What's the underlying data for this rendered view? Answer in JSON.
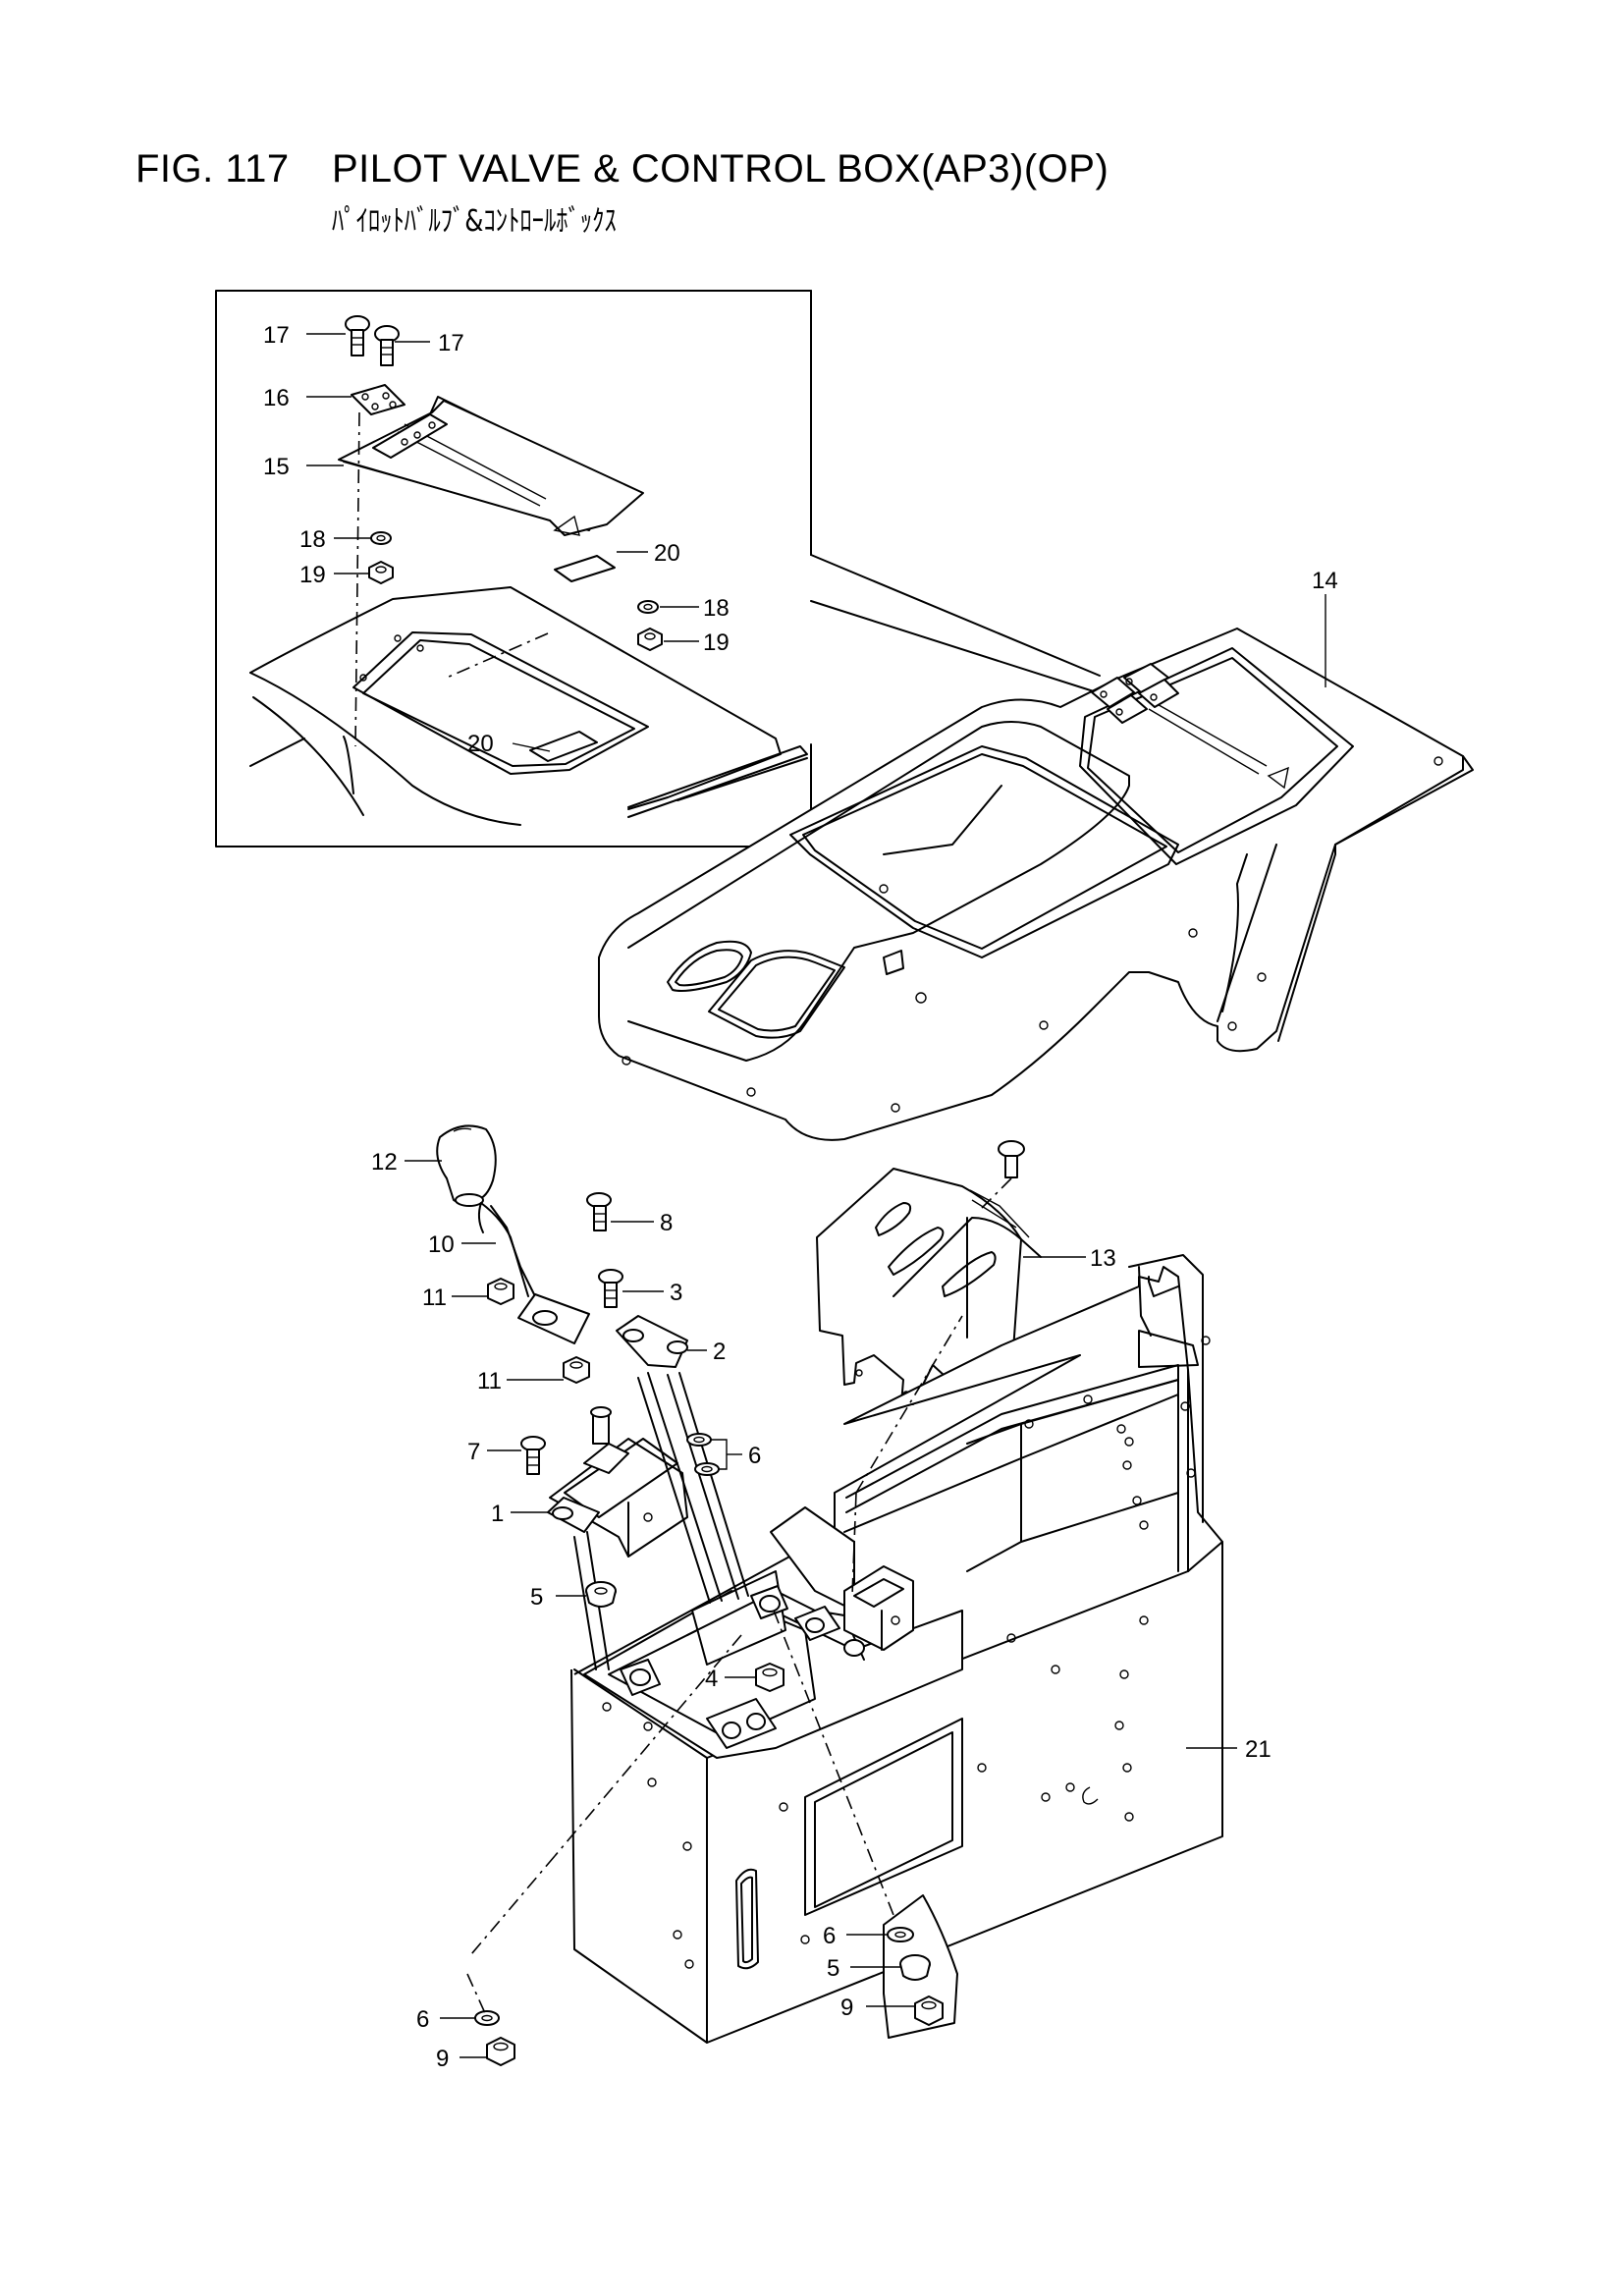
{
  "figure": {
    "number": "FIG. 117",
    "title": "PILOT VALVE & CONTROL BOX(AP3)(OP)",
    "subtitle": "ﾊﾟｲﾛｯﾄﾊﾞﾙﾌﾞ&ｺﾝﾄﾛｰﾙﾎﾞｯｸｽ"
  },
  "callouts": {
    "c17a": "17",
    "c17b": "17",
    "c16": "16",
    "c15": "15",
    "c18a": "18",
    "c19a": "19",
    "c20a": "20",
    "c18b": "18",
    "c19b": "19",
    "c20b": "20",
    "c14": "14",
    "c12": "12",
    "c8": "8",
    "c10": "10",
    "c13": "13",
    "c3": "3",
    "c11a": "11",
    "c2": "2",
    "c11b": "11",
    "c7": "7",
    "c6a": "6",
    "c1": "1",
    "c5a": "5",
    "c4": "4",
    "c21": "21",
    "c6b": "6",
    "c5b": "5",
    "c9a": "9",
    "c6c": "6",
    "c9b": "9"
  }
}
